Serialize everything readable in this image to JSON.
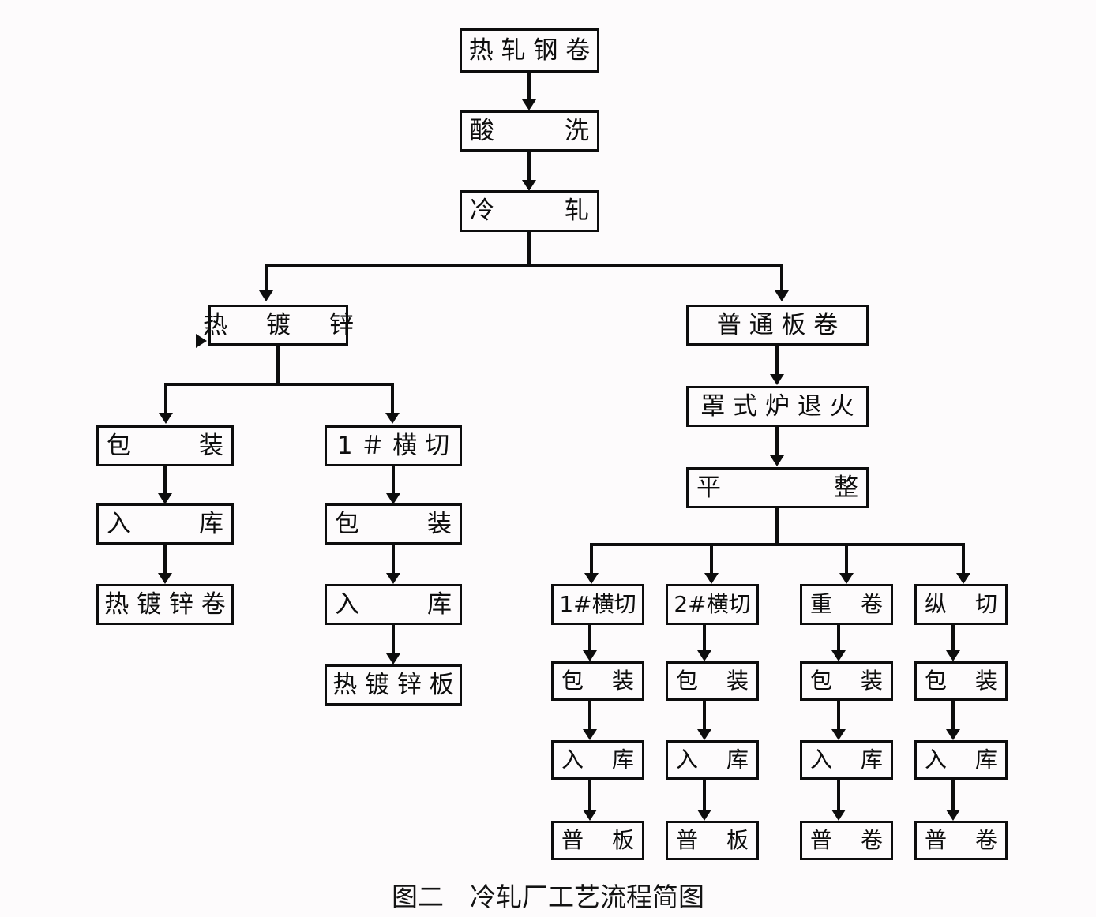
{
  "figure": {
    "caption": "图二　冷轧厂工艺流程简图",
    "background_color": "#fdfbfc",
    "line_color": "#0d0d0d",
    "box_fill": "#fdfbfc"
  },
  "nodes": {
    "hot_rolled_coil": "热 轧 钢 卷",
    "pickling": "酸",
    "pickling2": "洗",
    "cold_rolling": "冷",
    "cold_rolling2": "轧",
    "galvanizing": "热　镀　锌",
    "ordinary_plate_coil": "普 通 板 卷",
    "gi_packing": "包",
    "gi_packing2": "装",
    "gi_warehouse": "入",
    "gi_warehouse2": "库",
    "gi_coil_product": "热 镀 锌 卷",
    "gi_cut1": "1 ＃ 横 切",
    "gi_cut_packing": "包",
    "gi_cut_packing2": "装",
    "gi_cut_warehouse": "入",
    "gi_cut_warehouse2": "库",
    "gi_sheet_product": "热 镀 锌 板",
    "bell_annealing": "罩 式 炉 退 火",
    "temper_rolling": "平",
    "temper_rolling2": "整",
    "cut1": "1#横切",
    "cut2": "2#横切",
    "recoiling": "重",
    "recoiling2": "卷",
    "slitting": "纵",
    "slitting2": "切",
    "pack_a": "包",
    "pack_a2": "装",
    "pack_b": "包",
    "pack_b2": "装",
    "pack_c": "包",
    "pack_c2": "装",
    "pack_d": "包",
    "pack_d2": "装",
    "store_a": "入",
    "store_a2": "库",
    "store_b": "入",
    "store_b2": "库",
    "store_c": "入",
    "store_c2": "库",
    "store_d": "入",
    "store_d2": "库",
    "out_a": "普",
    "out_a2": "板",
    "out_b": "普",
    "out_b2": "板",
    "out_c": "普",
    "out_c2": "卷",
    "out_d": "普",
    "out_d2": "卷"
  },
  "chart_data": {
    "type": "diagram",
    "title": "图二　冷轧厂工艺流程简图",
    "orientation": "top-down",
    "nodes": [
      {
        "id": "hot_rolled_coil",
        "label": "热轧钢卷"
      },
      {
        "id": "pickling",
        "label": "酸洗"
      },
      {
        "id": "cold_rolling",
        "label": "冷轧"
      },
      {
        "id": "galvanizing",
        "label": "热镀锌"
      },
      {
        "id": "ordinary_plate_coil",
        "label": "普通板卷"
      },
      {
        "id": "gi_packing",
        "label": "包装"
      },
      {
        "id": "gi_warehouse",
        "label": "入库"
      },
      {
        "id": "gi_coil_product",
        "label": "热镀锌卷"
      },
      {
        "id": "gi_cut1",
        "label": "1＃横切"
      },
      {
        "id": "gi_cut_packing",
        "label": "包装"
      },
      {
        "id": "gi_cut_warehouse",
        "label": "入库"
      },
      {
        "id": "gi_sheet_product",
        "label": "热镀锌板"
      },
      {
        "id": "bell_annealing",
        "label": "罩式炉退火"
      },
      {
        "id": "temper_rolling",
        "label": "平整"
      },
      {
        "id": "cut1",
        "label": "1#横切"
      },
      {
        "id": "cut2",
        "label": "2#横切"
      },
      {
        "id": "recoiling",
        "label": "重卷"
      },
      {
        "id": "slitting",
        "label": "纵切"
      },
      {
        "id": "pack_a",
        "label": "包装"
      },
      {
        "id": "pack_b",
        "label": "包装"
      },
      {
        "id": "pack_c",
        "label": "包装"
      },
      {
        "id": "pack_d",
        "label": "包装"
      },
      {
        "id": "store_a",
        "label": "入库"
      },
      {
        "id": "store_b",
        "label": "入库"
      },
      {
        "id": "store_c",
        "label": "入库"
      },
      {
        "id": "store_d",
        "label": "入库"
      },
      {
        "id": "out_a",
        "label": "普板"
      },
      {
        "id": "out_b",
        "label": "普板"
      },
      {
        "id": "out_c",
        "label": "普卷"
      },
      {
        "id": "out_d",
        "label": "普卷"
      }
    ],
    "edges": [
      {
        "from": "hot_rolled_coil",
        "to": "pickling"
      },
      {
        "from": "pickling",
        "to": "cold_rolling"
      },
      {
        "from": "cold_rolling",
        "to": "galvanizing"
      },
      {
        "from": "cold_rolling",
        "to": "ordinary_plate_coil"
      },
      {
        "from": "galvanizing",
        "to": "gi_packing"
      },
      {
        "from": "galvanizing",
        "to": "gi_cut1"
      },
      {
        "from": "gi_packing",
        "to": "gi_warehouse"
      },
      {
        "from": "gi_warehouse",
        "to": "gi_coil_product"
      },
      {
        "from": "gi_cut1",
        "to": "gi_cut_packing"
      },
      {
        "from": "gi_cut_packing",
        "to": "gi_cut_warehouse"
      },
      {
        "from": "gi_cut_warehouse",
        "to": "gi_sheet_product"
      },
      {
        "from": "ordinary_plate_coil",
        "to": "bell_annealing"
      },
      {
        "from": "bell_annealing",
        "to": "temper_rolling"
      },
      {
        "from": "temper_rolling",
        "to": "cut1"
      },
      {
        "from": "temper_rolling",
        "to": "cut2"
      },
      {
        "from": "temper_rolling",
        "to": "recoiling"
      },
      {
        "from": "temper_rolling",
        "to": "slitting"
      },
      {
        "from": "cut1",
        "to": "pack_a"
      },
      {
        "from": "cut2",
        "to": "pack_b"
      },
      {
        "from": "recoiling",
        "to": "pack_c"
      },
      {
        "from": "slitting",
        "to": "pack_d"
      },
      {
        "from": "pack_a",
        "to": "store_a"
      },
      {
        "from": "pack_b",
        "to": "store_b"
      },
      {
        "from": "pack_c",
        "to": "store_c"
      },
      {
        "from": "pack_d",
        "to": "store_d"
      },
      {
        "from": "store_a",
        "to": "out_a"
      },
      {
        "from": "store_b",
        "to": "out_b"
      },
      {
        "from": "store_c",
        "to": "out_c"
      },
      {
        "from": "store_d",
        "to": "out_d"
      }
    ]
  }
}
